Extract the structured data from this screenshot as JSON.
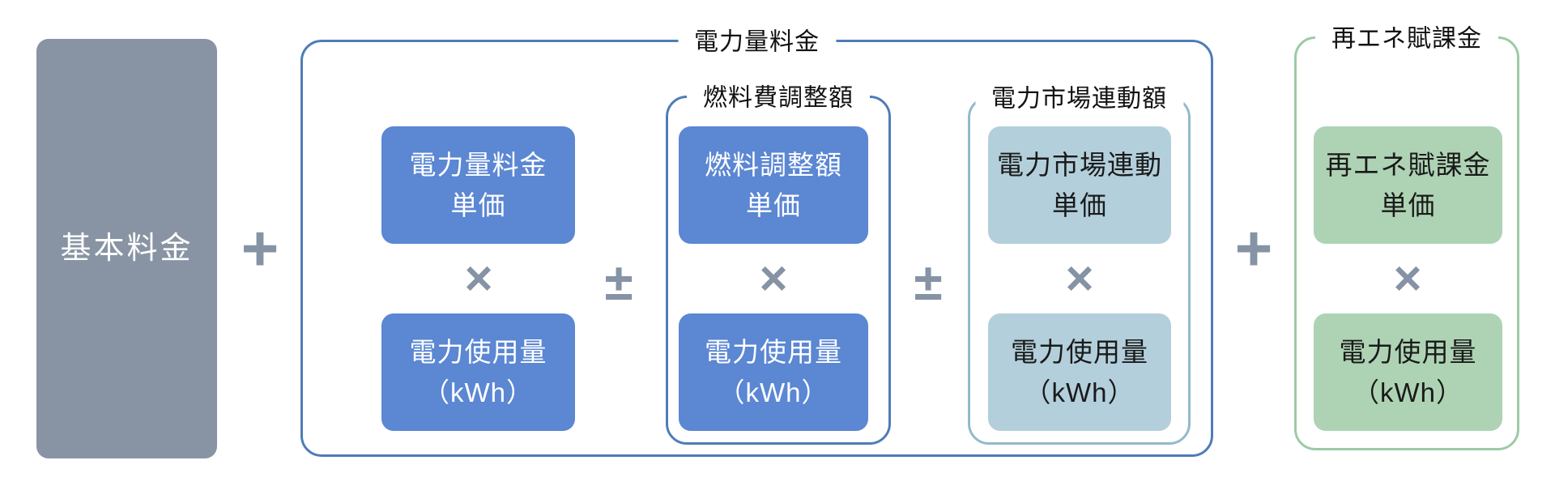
{
  "basic_charge": {
    "label": "基本料金"
  },
  "operators": {
    "plus": "+",
    "multiply": "×",
    "plus_minus": "±"
  },
  "groups": {
    "energy_charge": {
      "label": "電力量料金"
    },
    "fuel_adjustment": {
      "label": "燃料費調整額"
    },
    "market_linked": {
      "label": "電力市場連動額"
    },
    "renewable_surcharge": {
      "label": "再エネ賦課金"
    }
  },
  "columns": [
    {
      "name": "energy-charge-unit-price",
      "top": [
        "電力量料金",
        "単価"
      ],
      "bottom": [
        "電力使用量",
        "（kWh）"
      ]
    },
    {
      "name": "fuel-adjustment-unit-price",
      "top": [
        "燃料調整額",
        "単価"
      ],
      "bottom": [
        "電力使用量",
        "（kWh）"
      ]
    },
    {
      "name": "market-linked-unit-price",
      "top": [
        "電力市場連動",
        "単価"
      ],
      "bottom": [
        "電力使用量",
        "（kWh）"
      ]
    },
    {
      "name": "renewable-surcharge-unit-price",
      "top": [
        "再エネ賦課金",
        "単価"
      ],
      "bottom": [
        "電力使用量",
        "（kWh）"
      ]
    }
  ],
  "colors": {
    "basic_charge_fill": "#8894a4",
    "blue_box_fill": "#5b87d3",
    "light_blue_box_fill": "#b3cfdb",
    "green_box_fill": "#aed3b4",
    "blue_group_border": "#4e7cb8",
    "light_blue_group_border": "#92bacb",
    "green_group_border": "#9ccba5",
    "operator_gray": "#8593a5",
    "white_text": "#ffffff",
    "dark_text": "#1a1a1a"
  }
}
